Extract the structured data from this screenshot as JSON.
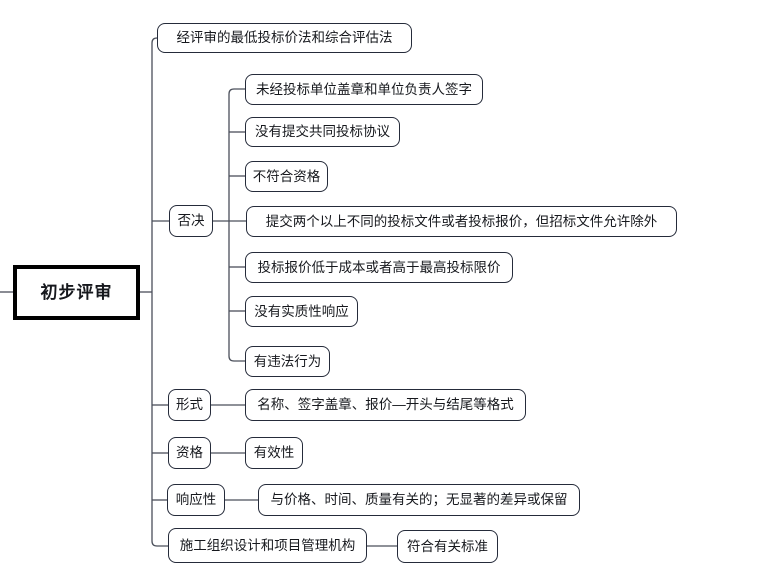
{
  "root": {
    "label": "初步评审"
  },
  "branches": [
    {
      "label": "经评审的最低投标价法和综合评估法",
      "children": []
    },
    {
      "label": "否决",
      "children": [
        "未经投标单位盖章和单位负责人签字",
        "没有提交共同投标协议",
        "不符合资格",
        "提交两个以上不同的投标文件或者投标报价，但招标文件允许除外",
        "投标报价低于成本或者高于最高投标限价",
        "没有实质性响应",
        "有违法行为"
      ]
    },
    {
      "label": "形式",
      "children": [
        "名称、签字盖章、报价—开头与结尾等格式"
      ]
    },
    {
      "label": "资格",
      "children": [
        "有效性"
      ]
    },
    {
      "label": "响应性",
      "children": [
        "与价格、时间、质量有关的；无显著的差异或保留"
      ]
    },
    {
      "label": "施工组织设计和项目管理机构",
      "children": [
        "符合有关标准"
      ]
    }
  ],
  "colors": {
    "background": "#ffffff",
    "box_border": "#252b3a",
    "text": "#16181d",
    "connector": "#4a4f5a",
    "root_border": "#000000"
  }
}
